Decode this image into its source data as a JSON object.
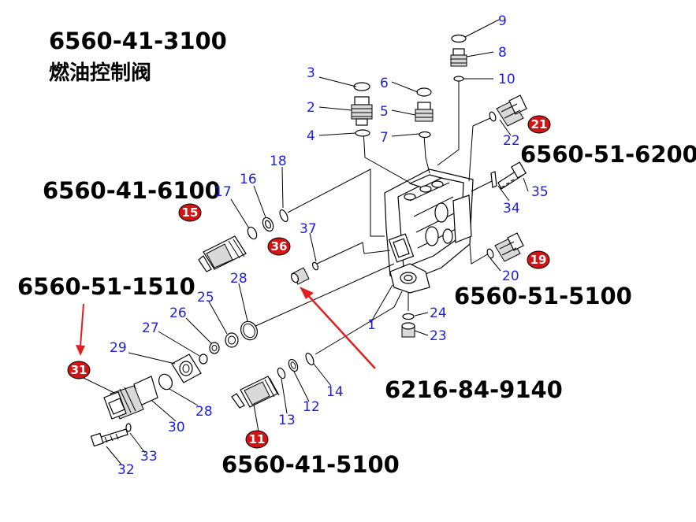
{
  "header": {
    "assembly_number": "6560-41-3100",
    "assembly_name": "燃油控制阀"
  },
  "part_numbers": {
    "pn_6100": "6560-41-6100",
    "pn_6200": "6560-51-6200",
    "pn_1510": "6560-51-1510",
    "pn_5100b": "6560-51-5100",
    "pn_9140": "6216-84-9140",
    "pn_5100a": "6560-41-5100"
  },
  "callouts": [
    "1",
    "2",
    "3",
    "4",
    "5",
    "6",
    "7",
    "8",
    "9",
    "10",
    "12",
    "13",
    "14",
    "16",
    "17",
    "18",
    "20",
    "22",
    "23",
    "24",
    "25",
    "26",
    "27",
    "28",
    "28",
    "29",
    "30",
    "32",
    "33",
    "34",
    "35",
    "37"
  ],
  "badges": [
    "21",
    "15",
    "36",
    "31",
    "19",
    "11"
  ],
  "colors": {
    "callout_blue": "#1f1fd8",
    "badge_red": "#d21414",
    "arrow_red": "#e02020",
    "ink": "#000000"
  }
}
